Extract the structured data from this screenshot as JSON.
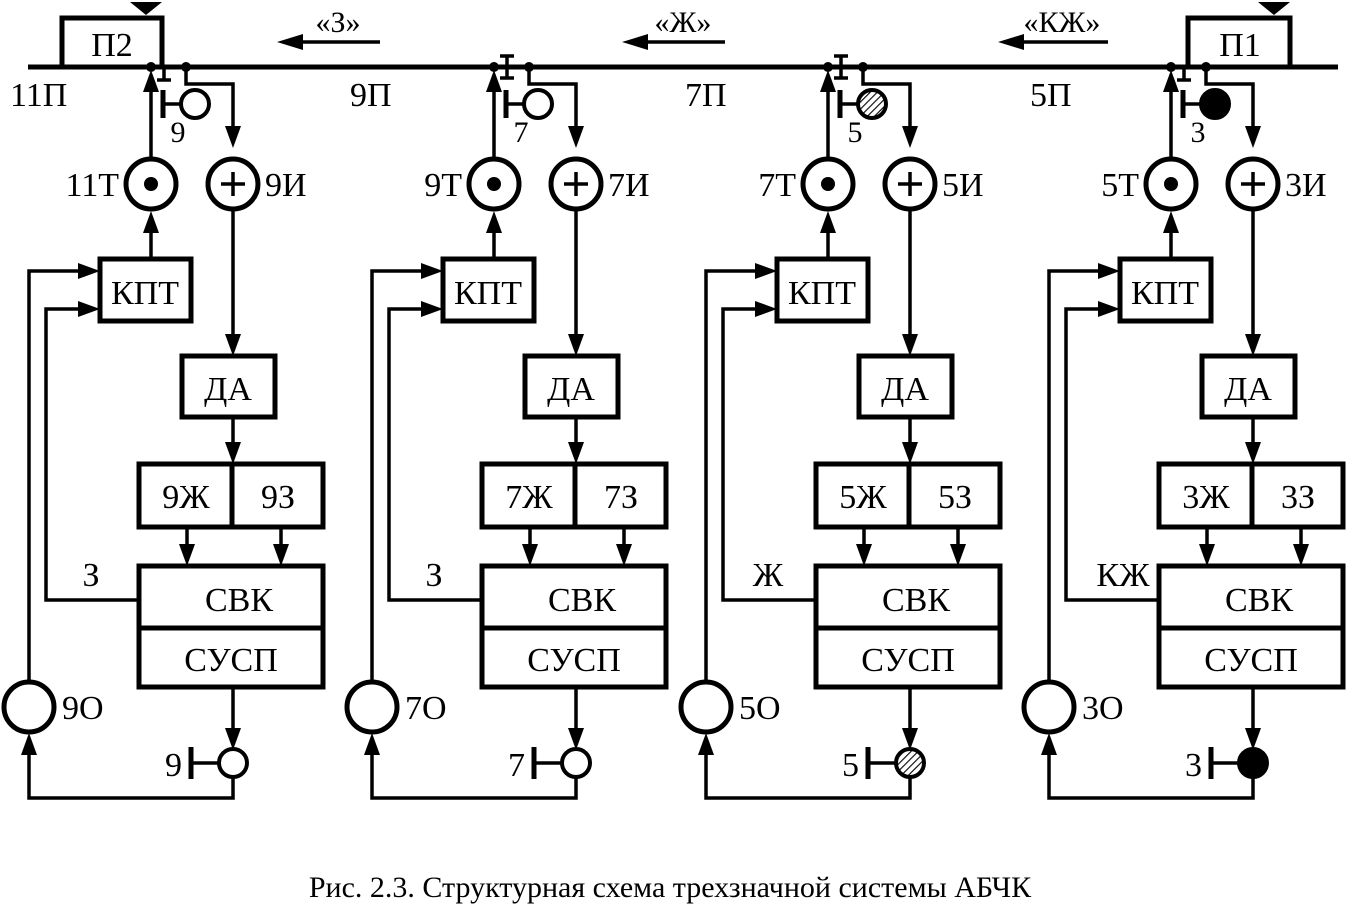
{
  "figure": {
    "caption": "Рис. 2.3. Структурная схема трехзначной системы АБЧК",
    "rail": {
      "points": [
        {
          "name": "П2",
          "side": "left"
        },
        {
          "name": "П1",
          "side": "right"
        }
      ],
      "sections": [
        "11П",
        "9П",
        "7П",
        "5П"
      ],
      "directions": [
        "«З»",
        "«Ж»",
        "«КЖ»"
      ]
    },
    "units": [
      {
        "signal": "9",
        "signal_aspect": "off",
        "track_circuit_t": "11Т",
        "track_circuit_i": "9И",
        "kpt": "КПТ",
        "da": "ДА",
        "relay_left": "9Ж",
        "relay_right": "9З",
        "svk": "СВК",
        "susp": "СУСП",
        "feedback_label": "З",
        "occupancy": "9О",
        "bottom_signal": "9"
      },
      {
        "signal": "7",
        "signal_aspect": "off",
        "track_circuit_t": "9Т",
        "track_circuit_i": "7И",
        "kpt": "КПТ",
        "da": "ДА",
        "relay_left": "7Ж",
        "relay_right": "7З",
        "svk": "СВК",
        "susp": "СУСП",
        "feedback_label": "З",
        "occupancy": "7О",
        "bottom_signal": "7"
      },
      {
        "signal": "5",
        "signal_aspect": "hatched",
        "track_circuit_t": "7Т",
        "track_circuit_i": "5И",
        "kpt": "КПТ",
        "da": "ДА",
        "relay_left": "5Ж",
        "relay_right": "5З",
        "svk": "СВК",
        "susp": "СУСП",
        "feedback_label": "Ж",
        "occupancy": "5О",
        "bottom_signal": "5"
      },
      {
        "signal": "3",
        "signal_aspect": "filled",
        "track_circuit_t": "5Т",
        "track_circuit_i": "3И",
        "kpt": "КПТ",
        "da": "ДА",
        "relay_left": "3Ж",
        "relay_right": "3З",
        "svk": "СВК",
        "susp": "СУСП",
        "feedback_label": "КЖ",
        "occupancy": "3О",
        "bottom_signal": "3"
      }
    ]
  }
}
